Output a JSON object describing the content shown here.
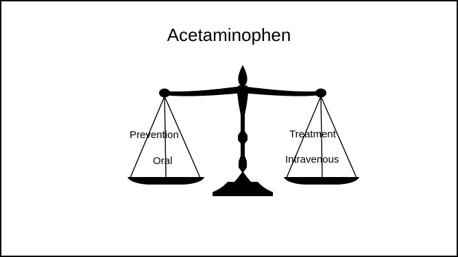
{
  "slide": {
    "title": "Acetaminophen",
    "left_pan": {
      "top_label": "Prevention",
      "bottom_label": "Oral"
    },
    "right_pan": {
      "top_label": "Treatment",
      "bottom_label": "Intravenous"
    }
  },
  "colors": {
    "background": "#ffffff",
    "ink": "#000000"
  },
  "icons": [
    "balance-scale-icon"
  ]
}
